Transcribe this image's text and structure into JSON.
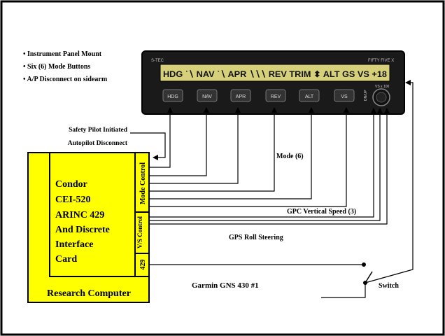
{
  "notes": [
    "• Instrument Panel Mount",
    "• Six (6) Mode Buttons",
    "• A/P Disconnect on sidearm"
  ],
  "autopilot": {
    "brand": "S-TEC",
    "model": "FIFTY FIVE X",
    "display": "HDG ˙∖ NAV ˙∖ APR ∖∖∖ REV TRIM ⬍ ALT GS VS +18",
    "buttons": [
      "HDG",
      "NAV",
      "APR",
      "REV",
      "ALT",
      "VS"
    ],
    "knob_label": "VS x 100",
    "knob_side_label": "DN/UP"
  },
  "card": {
    "name_lines": [
      "Condor",
      "CEI-520",
      "ARINC 429",
      "And Discrete",
      "Interface",
      "Card"
    ],
    "section_mode": "Mode Control",
    "section_vs": "V/S Control",
    "section_429": "429",
    "footer": "Research Computer"
  },
  "labels": {
    "safety_line1": "Safety Pilot Initiated",
    "safety_line2": "Autopilot Disconnect",
    "mode": "Mode (6)",
    "gpc": "GPC Vertical Speed (3)",
    "gps": "GPS Roll Steering",
    "garmin": "Garmin GNS 430 #1",
    "switch": "Switch"
  },
  "colors": {
    "card_fill": "#ffff00",
    "panel_fill": "#1a1a1a",
    "lcd_fill": "#d6d07a",
    "border": "#000000"
  }
}
